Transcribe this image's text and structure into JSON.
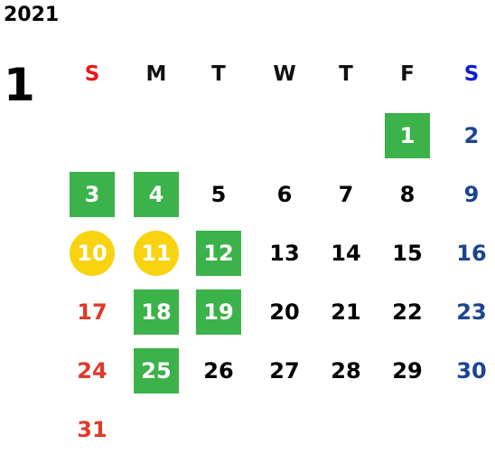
{
  "calendar": {
    "year": "2021",
    "month": "1",
    "weekdays": [
      {
        "label": "S",
        "color": "#e8181c"
      },
      {
        "label": "M",
        "color": "#111111"
      },
      {
        "label": "T",
        "color": "#111111"
      },
      {
        "label": "W",
        "color": "#111111"
      },
      {
        "label": "T",
        "color": "#111111"
      },
      {
        "label": "F",
        "color": "#111111"
      },
      {
        "label": "S",
        "color": "#0a1fd6"
      }
    ],
    "first_weekday_index": 5,
    "days_in_month": 31,
    "colors": {
      "sunday": "#e03a2a",
      "saturday": "#1c4590",
      "weekday": "#000000",
      "highlight_green": "#3cb24a",
      "highlight_yellow": "#f9d30f",
      "highlight_text": "#ffffff"
    },
    "green_days": [
      1,
      3,
      4,
      12,
      18,
      19,
      25
    ],
    "yellow_days": [
      10,
      11
    ]
  }
}
